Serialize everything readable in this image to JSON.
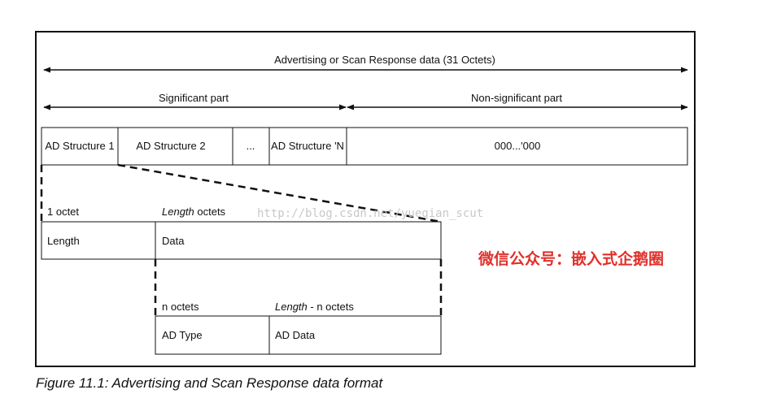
{
  "title_arrow": "Advertising or Scan Response data (31 Octets)",
  "significant_label": "Significant part",
  "nonsignificant_label": "Non-significant part",
  "ad_structures": {
    "s1": "AD Structure 1",
    "s2": "AD Structure 2",
    "dots": "...",
    "sn": "AD Structure 'N",
    "zeros": "000...'000"
  },
  "octets": {
    "one": "1 octet",
    "length_italic": "Length",
    "length_suffix": " octets",
    "n": "n octets",
    "length_minus_italic": "Length",
    "length_minus_suffix": " - n octets"
  },
  "fields": {
    "length": "Length",
    "data": "Data",
    "ad_type": "AD Type",
    "ad_data": "AD Data"
  },
  "watermark": "http://blog.csdn.net/yueqian_scut",
  "wechat_note": "微信公众号：嵌入式企鹅圈",
  "caption": "Figure 11.1: Advertising and Scan Response data format",
  "colors": {
    "line": "#111111",
    "note_red": "#e0302a",
    "watermark": "#c8c8c8"
  }
}
